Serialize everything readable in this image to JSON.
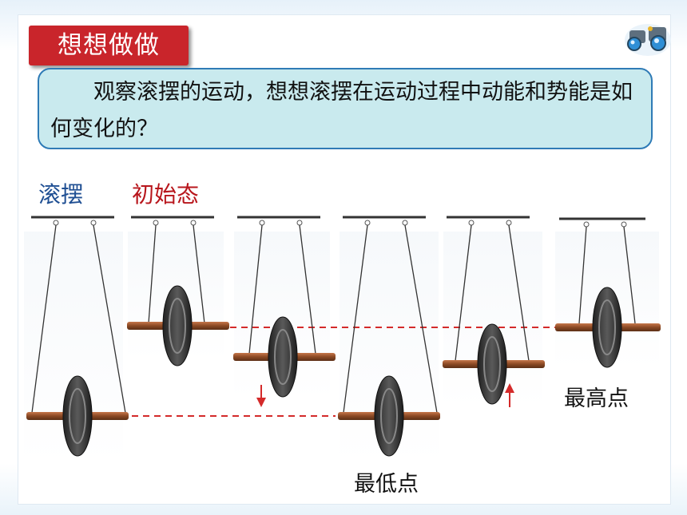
{
  "title": "想想做做",
  "prompt": "观察滚摆的运动，想想滚摆在运动过程中动能和势能是如何变化的？",
  "label_pendulum": "滚摆",
  "label_initial": "初始态",
  "caption_lowest": "最低点",
  "caption_highest": "最高点",
  "colors": {
    "title_bg": "#c9252b",
    "prompt_bg": "#c9eaee",
    "prompt_border": "#2f7bb6",
    "label_blue": "#1f4f93",
    "label_red": "#b8161c",
    "dashed_line": "#d42a2a",
    "axle": "#a0522d",
    "wheel": "#3a3a3a"
  },
  "icons": [
    "binoculars-icon",
    "arrow-down-icon",
    "arrow-up-icon"
  ]
}
